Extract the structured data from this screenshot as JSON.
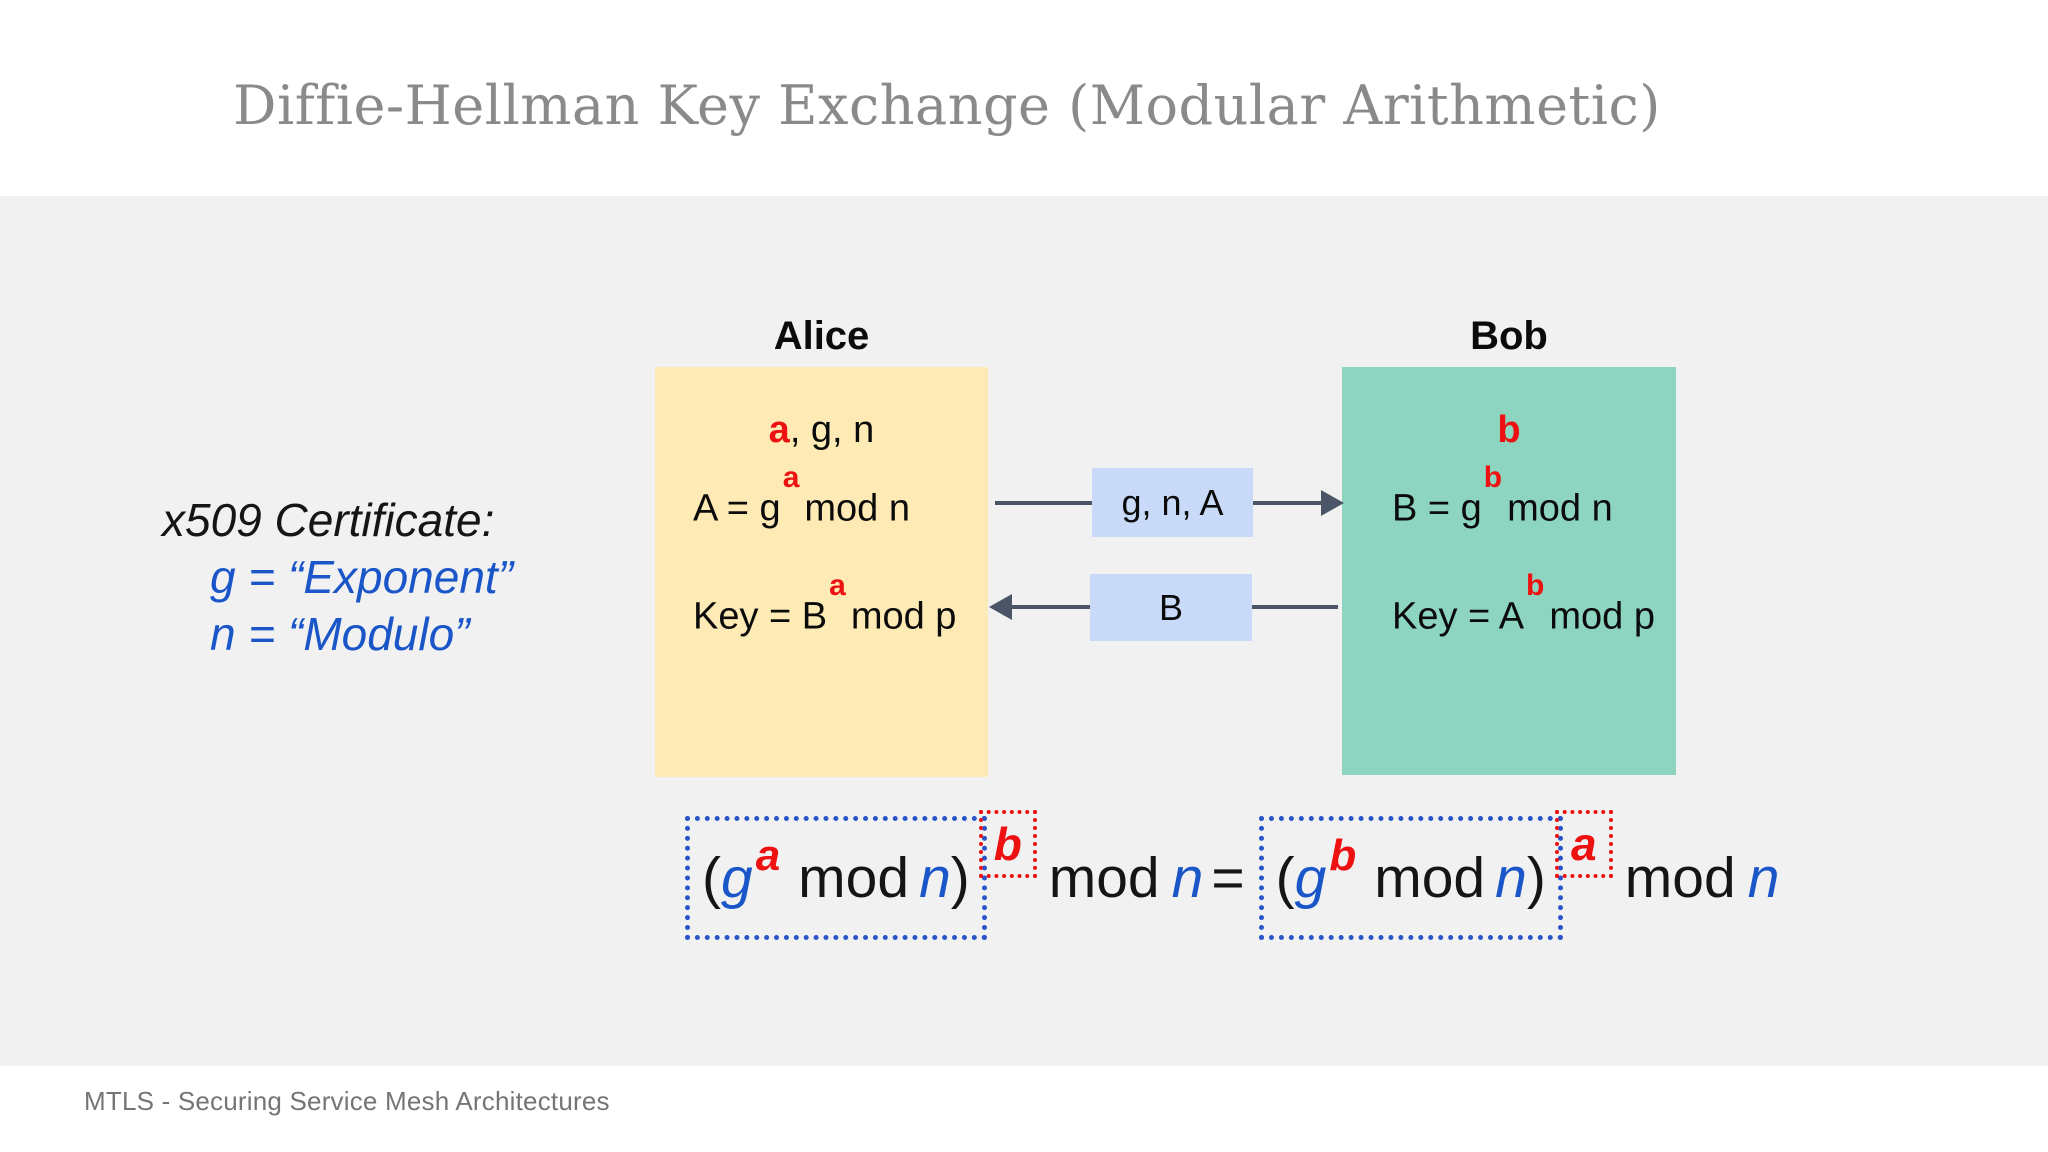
{
  "slide": {
    "title": "Diffie-Hellman Key Exchange (Modular Arithmetic)",
    "footer": "MTLS - Securing Service Mesh Architectures"
  },
  "note": {
    "heading": "x509 Certificate:",
    "g_line": "g = “Exponent”",
    "n_line": "n = “Modulo”"
  },
  "alice": {
    "label": "Alice",
    "known_secret": "a",
    "known_rest": ", g, n",
    "eq_public": {
      "pre": "A = g",
      "sup": "a",
      "post": "mod n"
    },
    "eq_key": {
      "pre": "Key = B",
      "sup": "a",
      "post": "mod p"
    }
  },
  "bob": {
    "label": "Bob",
    "known_secret": "b",
    "eq_public": {
      "pre": "B = g",
      "sup": "b",
      "post": "mod n"
    },
    "eq_key": {
      "pre": "Key = A",
      "sup": "b",
      "post": "mod p"
    }
  },
  "messages": {
    "alice_to_bob": "g, n, A",
    "bob_to_alice": "B"
  },
  "identity": {
    "left": {
      "open": "(",
      "base": "g",
      "inner_sup": "a",
      "mod": "mod",
      "modulus": "n",
      "close": ")",
      "outer_sup": "b",
      "outer_mod": "mod",
      "outer_modulus": "n"
    },
    "equals": "=",
    "right": {
      "open": "(",
      "base": "g",
      "inner_sup": "b",
      "mod": "mod",
      "modulus": "n",
      "close": ")",
      "outer_sup": "a",
      "outer_mod": "mod",
      "outer_modulus": "n"
    }
  },
  "colors": {
    "accent_red": "#ee1111",
    "accent_blue": "#1a56c8",
    "alice_box_fill": "#fdeab5",
    "bob_box_fill": "#8dd5c0",
    "message_box_fill": "#c9daf8",
    "arrow": "#4a5568",
    "panel_background": "#f1f1f2",
    "title_gray": "#8a8a8a",
    "footer_gray": "#757575"
  }
}
